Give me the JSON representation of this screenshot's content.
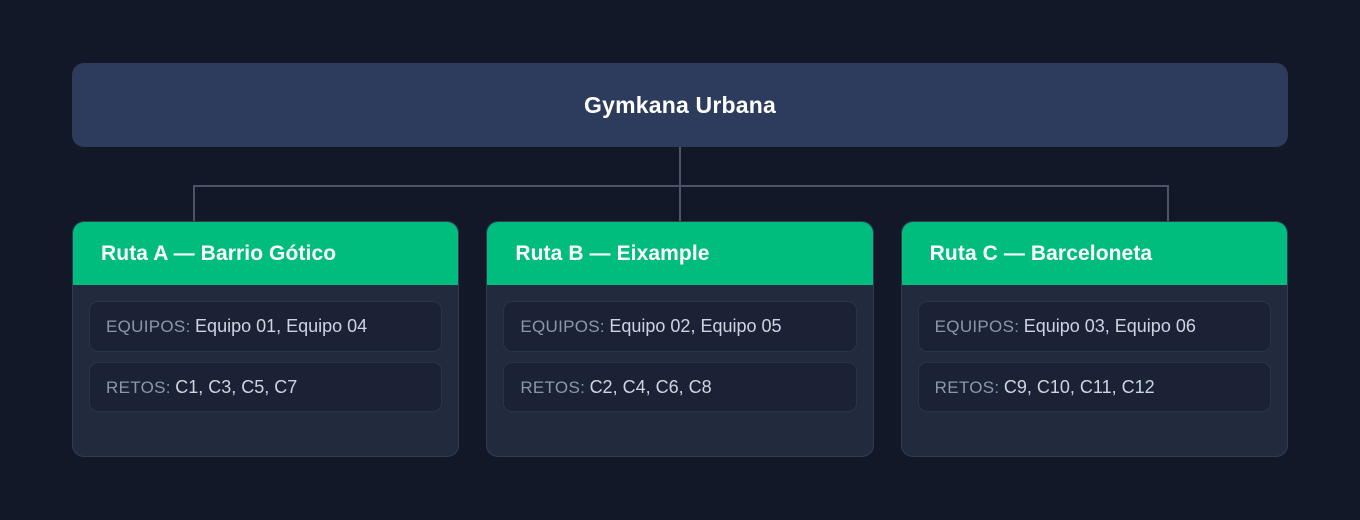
{
  "root": {
    "title": "Gymkana Urbana"
  },
  "labels": {
    "equipos": "EQUIPOS:",
    "retos": "RETOS:"
  },
  "colors": {
    "background": "#121827",
    "root_node": "#2d3c5c",
    "card_header_green": "#00bd7e",
    "card_body": "#222b3d",
    "field_pill": "#1b2235",
    "connector": "#4a5568",
    "label_text": "#8c97ad",
    "value_text": "#cdd5e0",
    "title_text": "#ffffff"
  },
  "routes": [
    {
      "title": "Ruta A — Barrio Gótico",
      "equipos": "Equipo 01, Equipo 04",
      "retos": "C1, C3, C5, C7"
    },
    {
      "title": "Ruta B — Eixample",
      "equipos": "Equipo 02, Equipo 05",
      "retos": "C2, C4, C6, C8"
    },
    {
      "title": "Ruta C — Barceloneta",
      "equipos": "Equipo 03, Equipo 06",
      "retos": "C9, C10, C11, C12"
    }
  ]
}
